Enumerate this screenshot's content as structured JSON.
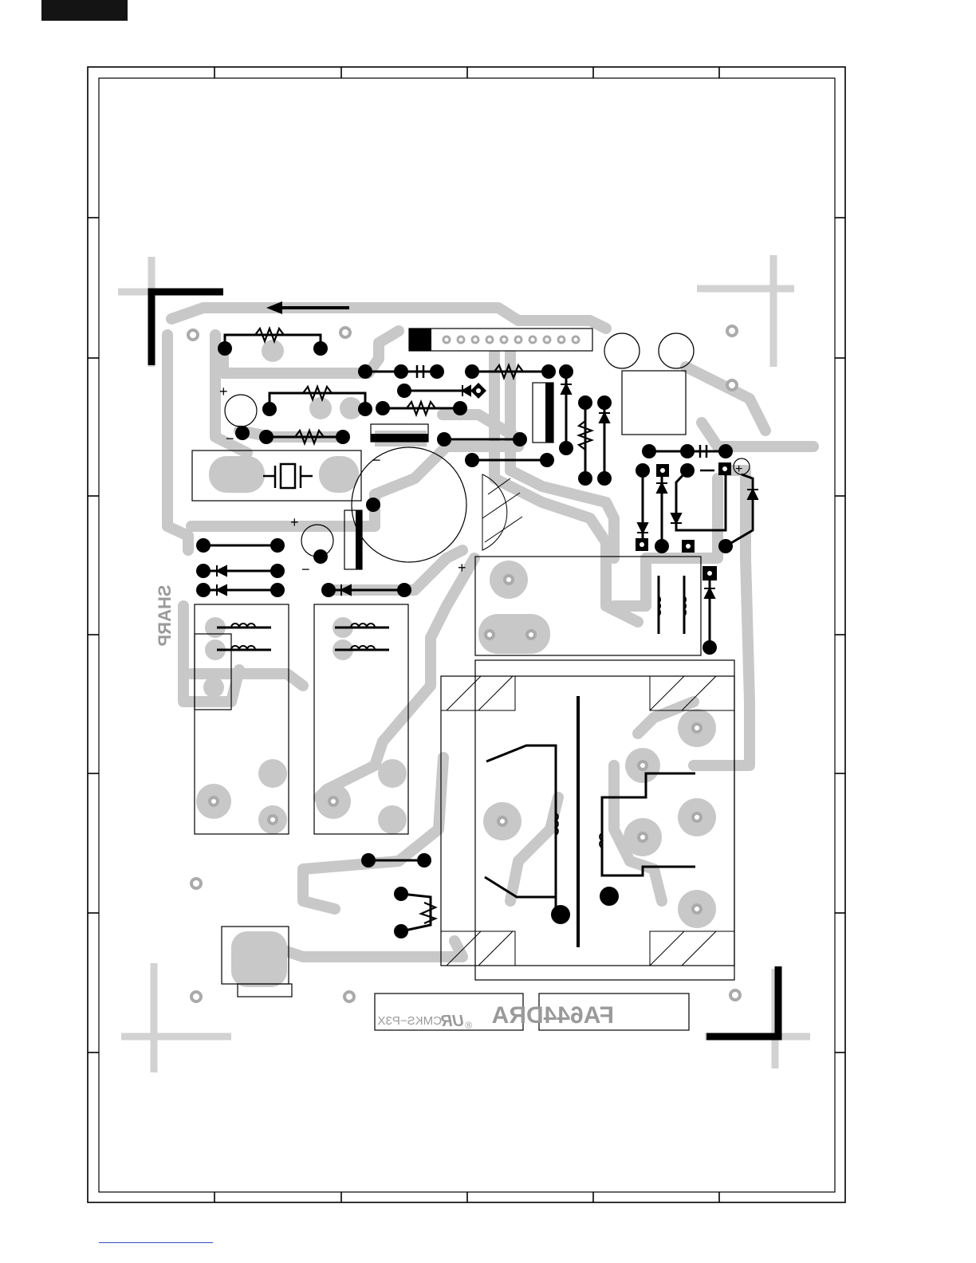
{
  "page": {
    "corner_tab": ""
  },
  "board": {
    "silkscreen_brand": "SHARP",
    "part_number": "FA644DRA",
    "board_code": "CMKS−P3X",
    "cert_mark": "UR",
    "registered_mark": "®",
    "polarity_symbol": "+",
    "negative_symbol": "−"
  },
  "colors": {
    "copper": "#c8c8c8",
    "pads": "#111111",
    "frame": "#000000",
    "link": "#3050c0"
  },
  "icons": {
    "resistor": "resistor-icon",
    "diode": "diode-icon",
    "capacitor": "capacitor-icon",
    "coil": "coil-icon",
    "crystal": "crystal-icon",
    "relay": "relay-icon"
  }
}
